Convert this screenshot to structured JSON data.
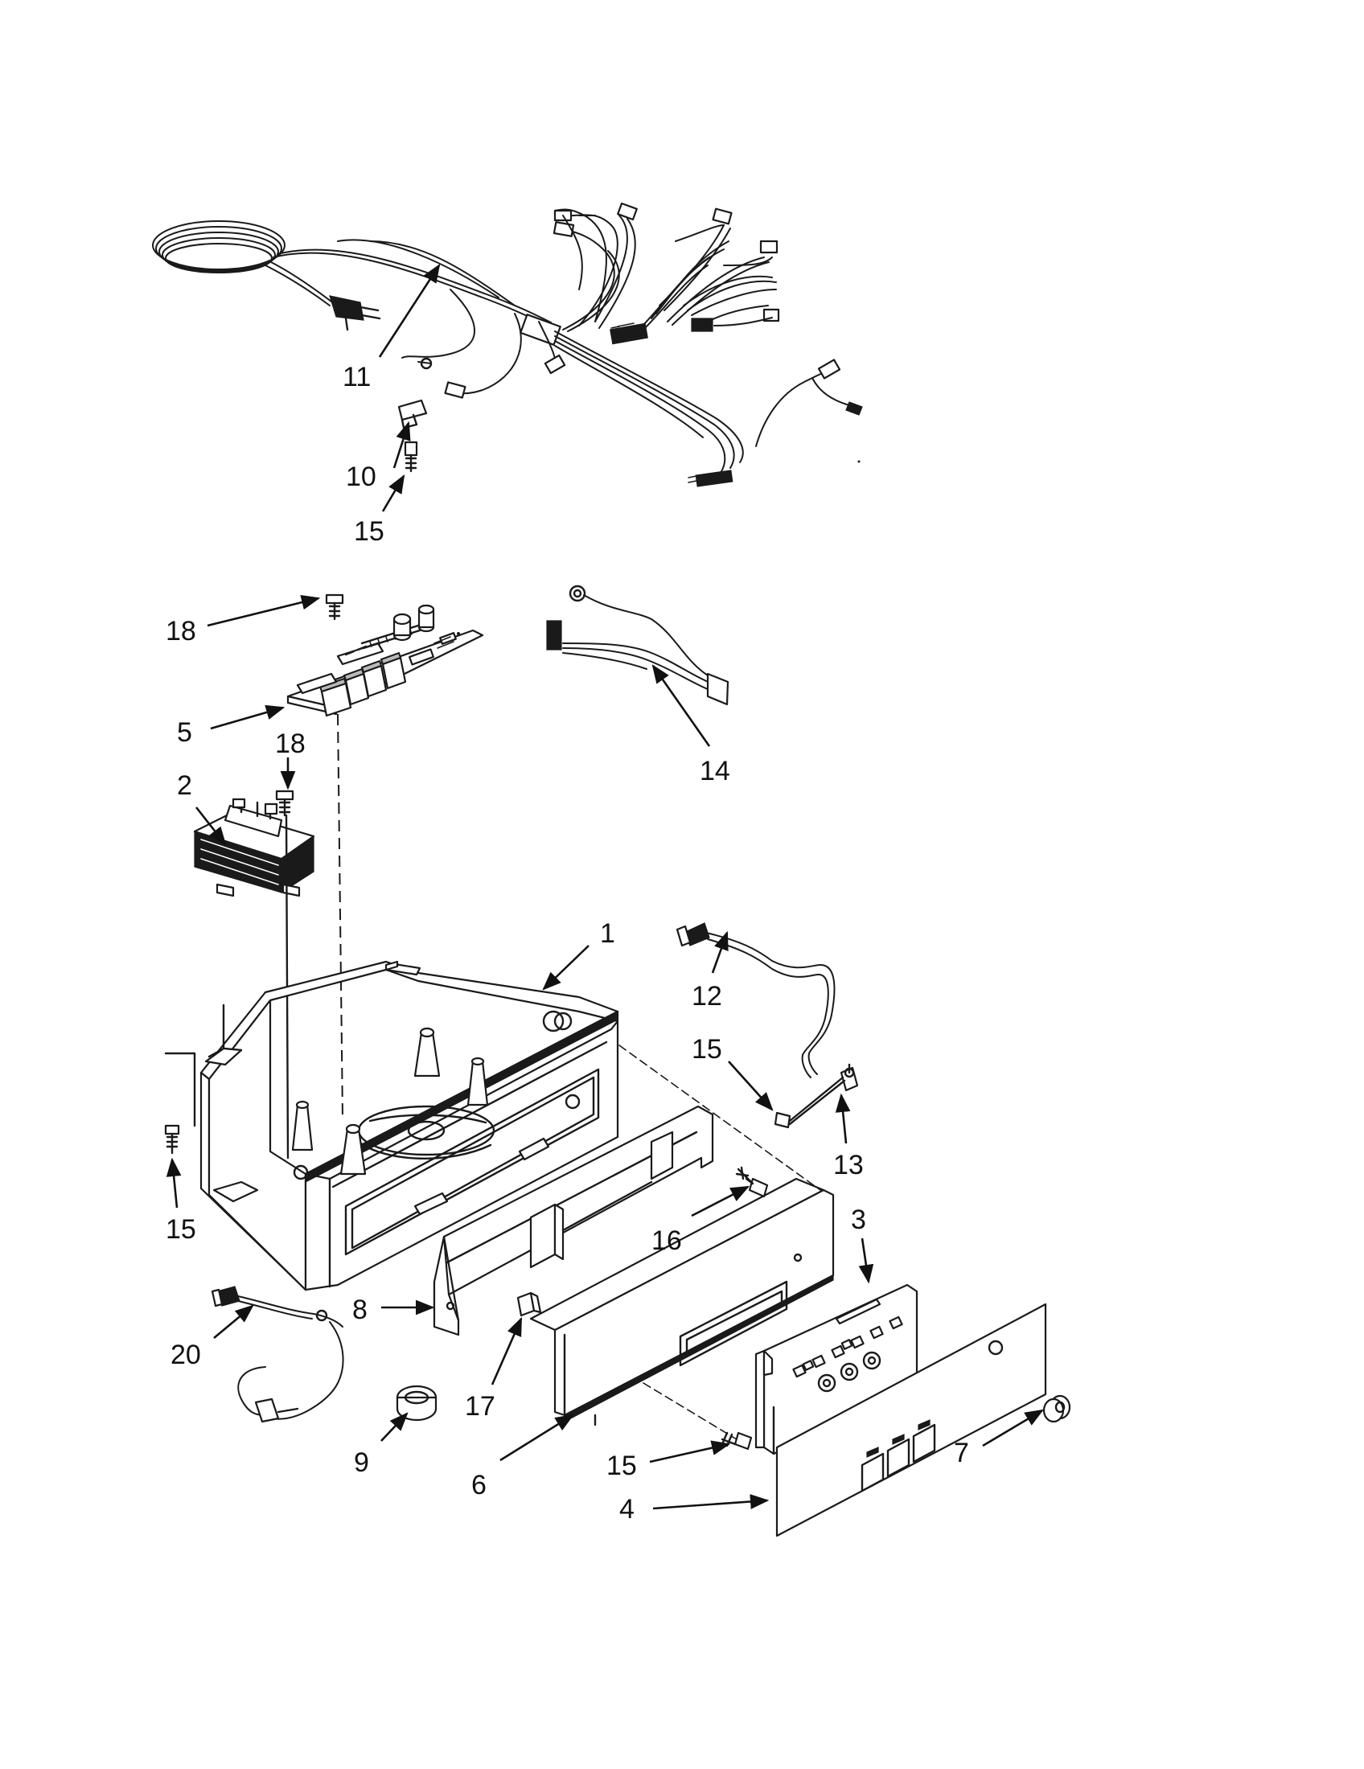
{
  "callouts": [
    {
      "id": "c11",
      "text": "11"
    },
    {
      "id": "c10",
      "text": "10"
    },
    {
      "id": "c15a",
      "text": "15"
    },
    {
      "id": "c18a",
      "text": "18"
    },
    {
      "id": "c5",
      "text": "5"
    },
    {
      "id": "c18b",
      "text": "18"
    },
    {
      "id": "c2",
      "text": "2"
    },
    {
      "id": "c14",
      "text": "14"
    },
    {
      "id": "c1",
      "text": "1"
    },
    {
      "id": "c12",
      "text": "12"
    },
    {
      "id": "c15b",
      "text": "15"
    },
    {
      "id": "c13",
      "text": "13"
    },
    {
      "id": "c3",
      "text": "3"
    },
    {
      "id": "c16",
      "text": "16"
    },
    {
      "id": "c15c",
      "text": "15"
    },
    {
      "id": "c8",
      "text": "8"
    },
    {
      "id": "c20",
      "text": "20"
    },
    {
      "id": "c17",
      "text": "17"
    },
    {
      "id": "c9",
      "text": "9"
    },
    {
      "id": "c6",
      "text": "6"
    },
    {
      "id": "c15d",
      "text": "15"
    },
    {
      "id": "c7",
      "text": "7"
    },
    {
      "id": "c4",
      "text": "4"
    }
  ]
}
